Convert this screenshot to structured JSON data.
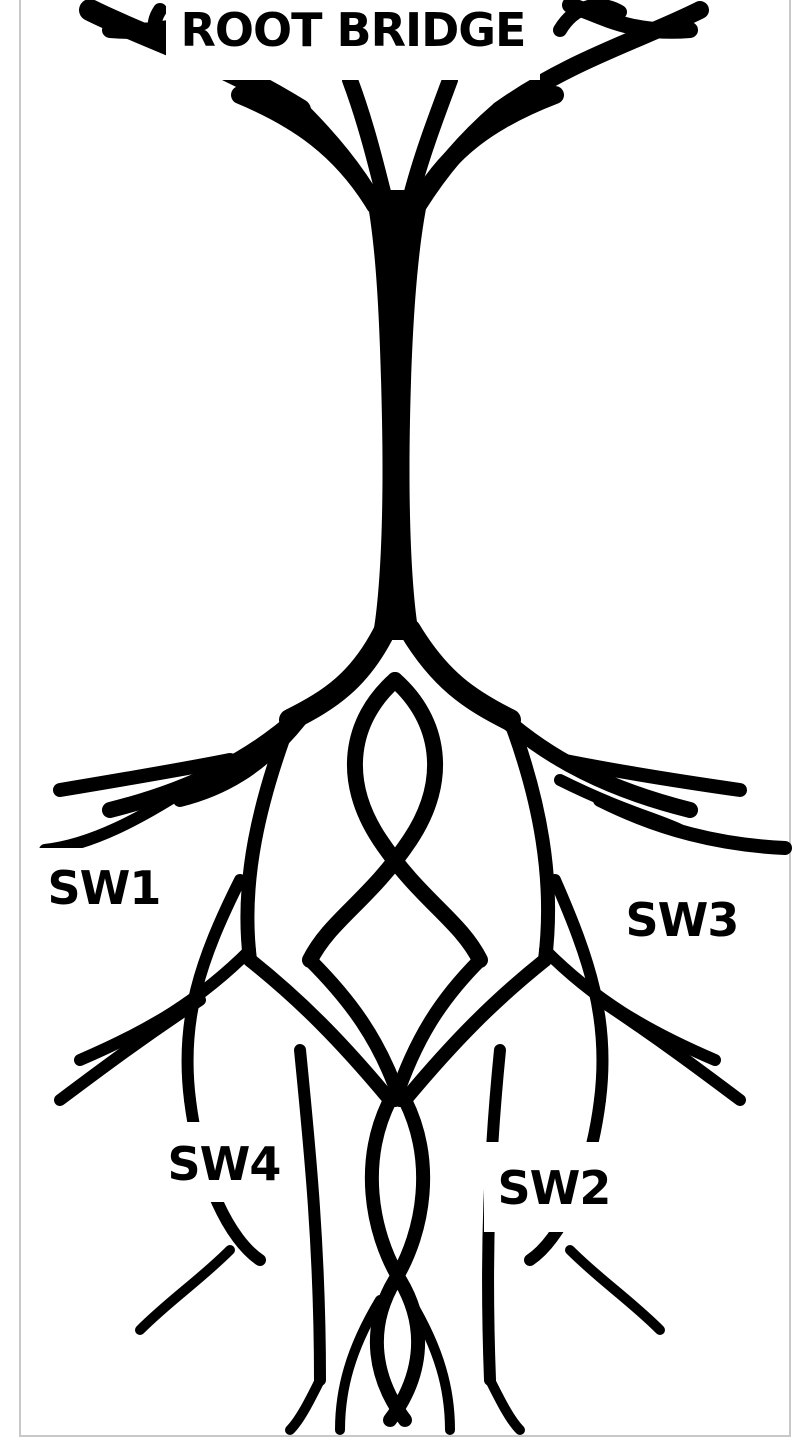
{
  "nodes": {
    "root_bridge": "ROOT BRIDGE",
    "sw1": "SW1",
    "sw2": "SW2",
    "sw3": "SW3",
    "sw4": "SW4"
  },
  "colors": {
    "ink": "#000000",
    "paper": "#ffffff",
    "frame": "#c8c8c8"
  }
}
